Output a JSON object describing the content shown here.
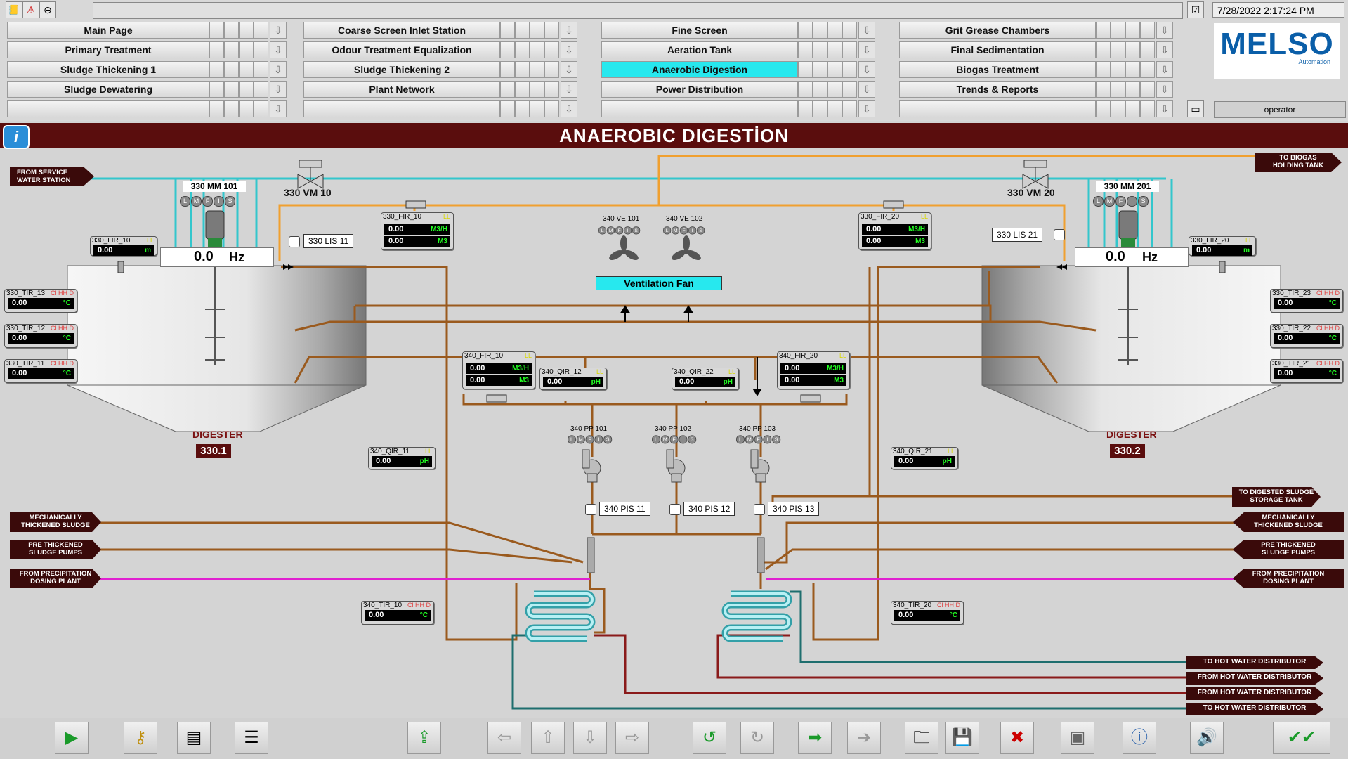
{
  "header": {
    "datetime": "7/28/2022 2:17:24 PM",
    "user": "operator",
    "logo_text": "MELSO",
    "logo_sub": "Automation"
  },
  "nav": {
    "col1": [
      "Main Page",
      "Primary Treatment",
      "Sludge Thickening 1",
      "Sludge Dewatering",
      ""
    ],
    "col2": [
      "Coarse Screen Inlet Station",
      "Odour Treatment Equalization",
      "Sludge Thickening 2",
      "Plant Network",
      ""
    ],
    "col3": [
      "Fine Screen",
      "Aeration Tank",
      "Anaerobic Digestion",
      "Power Distribution",
      ""
    ],
    "col4": [
      "Grit Grease Chambers",
      "Final Sedimentation",
      "Biogas Treatment",
      "Trends & Reports",
      ""
    ]
  },
  "page_title": "ANAEROBIC DIGESTİON",
  "colors": {
    "sludge": "#9a5a1e",
    "water": "#33c6cc",
    "gas": "#f0a030",
    "dosing": "#e020d0",
    "hot_supply": "#8a1a1a",
    "hot_return": "#1e6e6e",
    "banner": "#5a0d0d",
    "active_tab": "#27e8ee"
  },
  "tags": {
    "lir10": {
      "name": "330_LIR_10",
      "flag": "LL",
      "value": "0.00",
      "unit": "m"
    },
    "lir20": {
      "name": "330_LIR_20",
      "flag": "LL",
      "value": "0.00",
      "unit": "m"
    },
    "tir13": {
      "name": "330_TIR_13",
      "flag": "Cl HH D",
      "value": "0.00",
      "unit": "°C"
    },
    "tir12": {
      "name": "330_TIR_12",
      "flag": "Cl HH D",
      "value": "0.00",
      "unit": "°C"
    },
    "tir11": {
      "name": "330_TIR_11",
      "flag": "Cl HH D",
      "value": "0.00",
      "unit": "°C"
    },
    "tir23": {
      "name": "330_TIR_23",
      "flag": "Cl HH D",
      "value": "0.00",
      "unit": "°C"
    },
    "tir22": {
      "name": "330_TIR_22",
      "flag": "Cl HH D",
      "value": "0.00",
      "unit": "°C"
    },
    "tir21": {
      "name": "330_TIR_21",
      "flag": "Cl HH D",
      "value": "0.00",
      "unit": "°C"
    },
    "fir10": {
      "name": "330_FIR_10",
      "flag": "LL",
      "value1": "0.00",
      "unit1": "M3/H",
      "value2": "0.00",
      "unit2": "M3"
    },
    "fir20": {
      "name": "330_FIR_20",
      "flag": "LL",
      "value1": "0.00",
      "unit1": "M3/H",
      "value2": "0.00",
      "unit2": "M3"
    },
    "fir340_10": {
      "name": "340_FIR_10",
      "flag": "LL",
      "value1": "0.00",
      "unit1": "M3/H",
      "value2": "0.00",
      "unit2": "M3"
    },
    "fir340_20": {
      "name": "340_FIR_20",
      "flag": "LL",
      "value1": "0.00",
      "unit1": "M3/H",
      "value2": "0.00",
      "unit2": "M3"
    },
    "qir12": {
      "name": "340_QIR_12",
      "flag": "LL",
      "value": "0.00",
      "unit": "pH"
    },
    "qir22": {
      "name": "340_QIR_22",
      "flag": "LL",
      "value": "0.00",
      "unit": "pH"
    },
    "qir11": {
      "name": "340_QIR_11",
      "flag": "LL",
      "value": "0.00",
      "unit": "pH"
    },
    "qir21": {
      "name": "340_QIR_21",
      "flag": "LL",
      "value": "0.00",
      "unit": "pH"
    },
    "tir10": {
      "name": "340_TIR_10",
      "flag": "Cl HH D",
      "value": "0.00",
      "unit": "°C"
    },
    "tir20": {
      "name": "340_TIR_20",
      "flag": "Cl HH D",
      "value": "0.00",
      "unit": "°C"
    }
  },
  "equipment": {
    "mm101": "330  MM  101",
    "mm201": "330  MM  201",
    "vm10": "330 VM 10",
    "vm20": "330 VM 20",
    "lis11": "330 LIS 11",
    "lis21": "330 LIS 21",
    "hz1": "0.0",
    "hz2": "0.0",
    "hz_unit": "Hz",
    "ve101": "340  VE  101",
    "ve102": "340  VE  102",
    "vent_label": "Ventilation Fan",
    "pp101": "340  PP  101",
    "pp102": "340  PP  102",
    "pp103": "340  PP  103",
    "pis11": "340 PIS 11",
    "pis12": "340 PIS 12",
    "pis13": "340 PIS 13",
    "lmfis": [
      "L",
      "M",
      "F",
      "I",
      "S"
    ],
    "digester_label": "DIGESTER",
    "digester1": "330.1",
    "digester2": "330.2"
  },
  "flows": {
    "from_service": "FROM SERVICE\nWATER STATION",
    "to_biogas": "TO BIOGAS\nHOLDING TANK",
    "mech_left": "MECHANICALLY\nTHICKENED SLUDGE",
    "pre_left": "PRE THICKENED\nSLUDGE PUMPS",
    "prec_left": "FROM PRECIPITATION\nDOSING PLANT",
    "to_digested": "TO DIGESTED SLUDGE\nSTORAGE TANK",
    "mech_right": "MECHANICALLY\nTHICKENED SLUDGE",
    "pre_right": "PRE THICKENED\nSLUDGE PUMPS",
    "prec_right": "FROM PRECIPITATION\nDOSING PLANT",
    "hw1": "TO HOT WATER DISTRIBUTOR",
    "hw2": "FROM HOT WATER DISTRIBUTOR",
    "hw3": "FROM HOT WATER DISTRIBUTOR",
    "hw4": "TO HOT WATER DISTRIBUTOR"
  }
}
